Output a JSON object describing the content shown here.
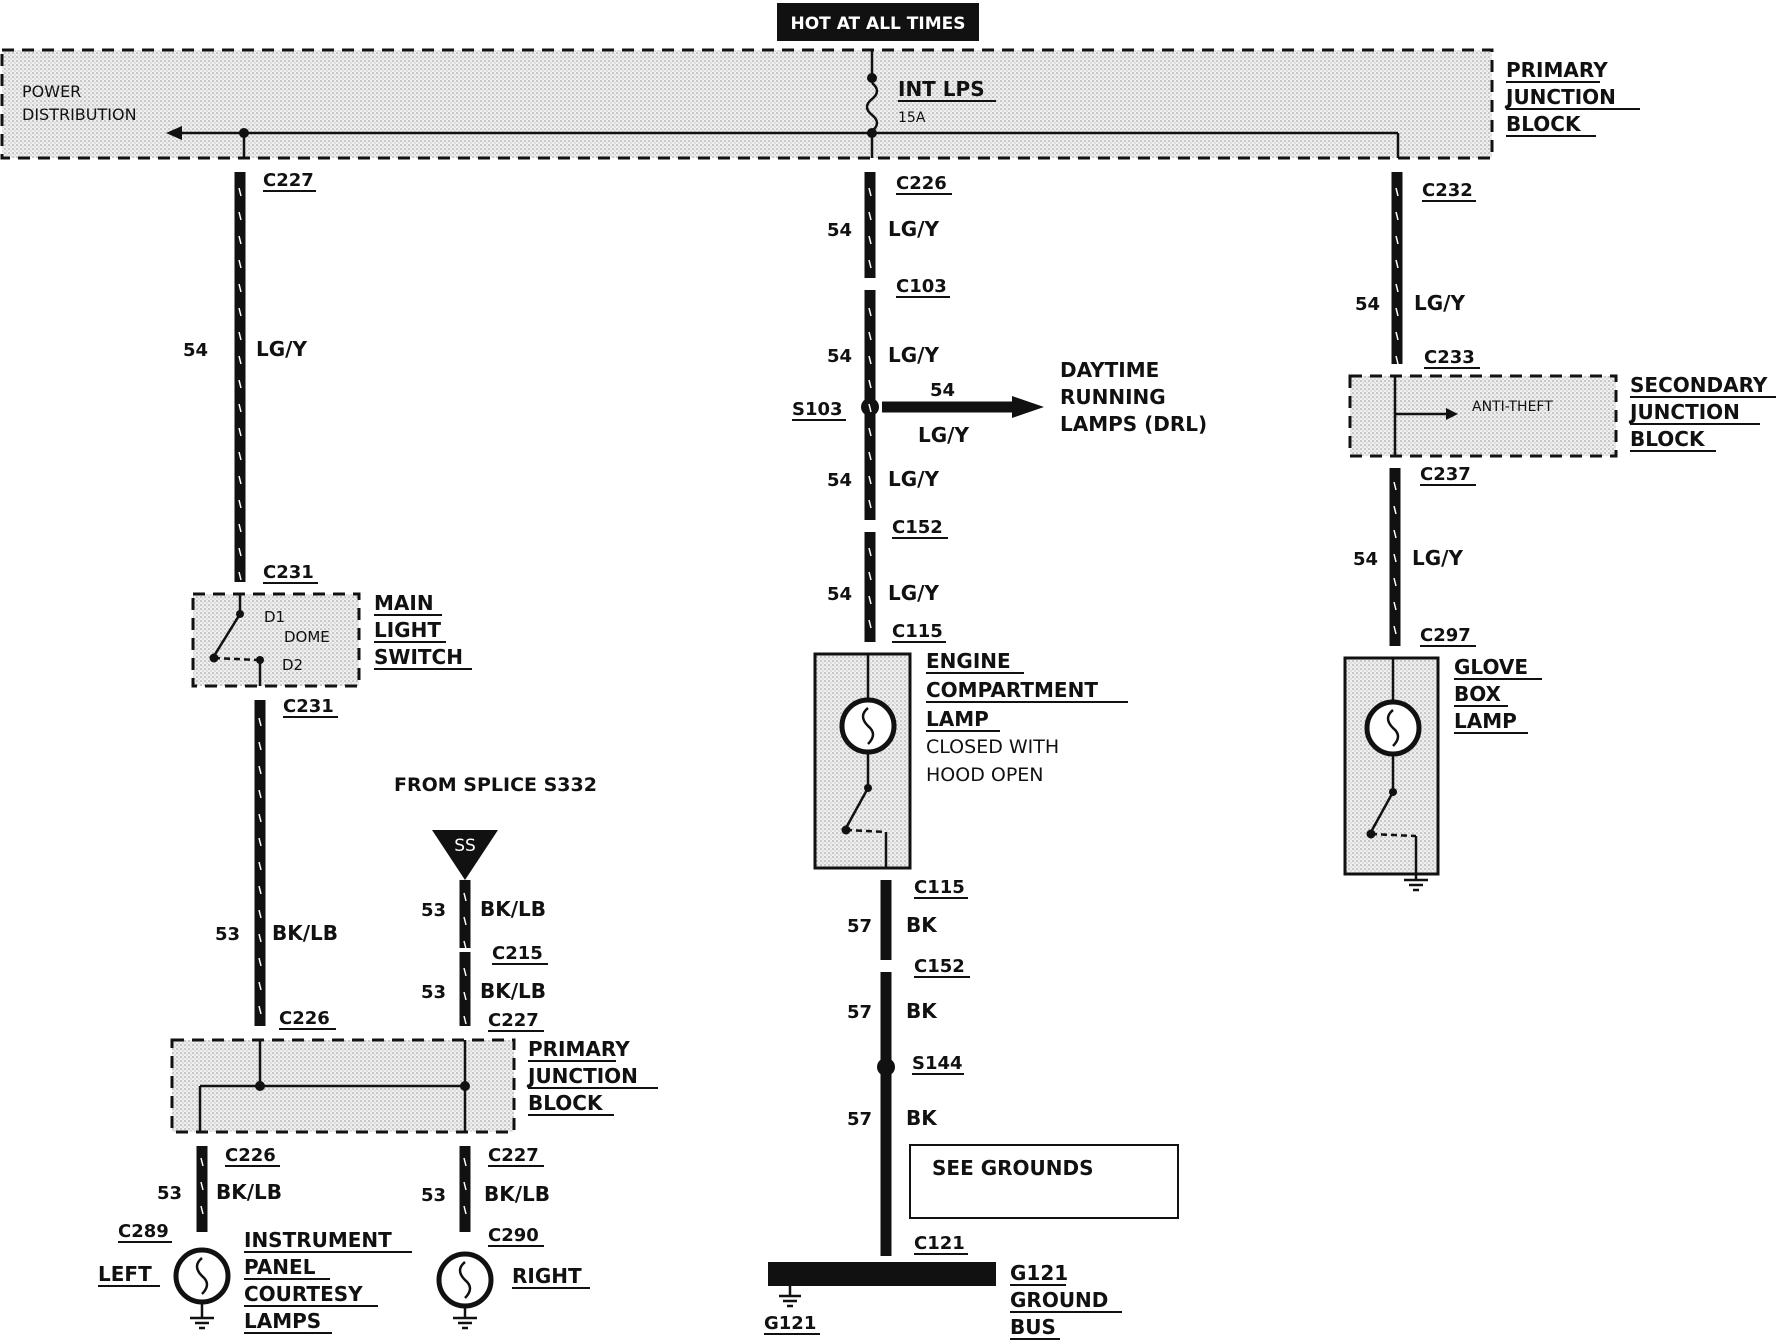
{
  "header": {
    "hot_at_all_times": "HOT AT ALL TIMES"
  },
  "power_distribution": {
    "label": "POWER DISTRIBUTION",
    "fuse_name": "INT LPS",
    "fuse_rating": "15A",
    "block_label": [
      "PRIMARY",
      "JUNCTION",
      "BLOCK"
    ]
  },
  "connectors": {
    "c227_top": "C227",
    "c226_top": "C226",
    "c232": "C232",
    "c103": "C103",
    "s103": "S103",
    "c152_a": "C152",
    "c115_a": "C115",
    "c231_a": "C231",
    "c231_b": "C231",
    "c233": "C233",
    "c237": "C237",
    "c297": "C297",
    "c215": "C215",
    "c226_mid": "C226",
    "c227_mid": "C227",
    "c226_low": "C226",
    "c227_low": "C227",
    "c289": "C289",
    "c290": "C290",
    "c115_b": "C115",
    "c152_b": "C152",
    "s144": "S144",
    "c121": "C121"
  },
  "wires": {
    "w54": "54",
    "lgy": "LG/Y",
    "w53": "53",
    "bklb": "BK/LB",
    "w57": "57",
    "bk": "BK"
  },
  "drl": {
    "wire": "54",
    "color": "LG/Y",
    "label": [
      "DAYTIME",
      "RUNNING",
      "LAMPS (DRL)"
    ]
  },
  "main_light_switch": {
    "d1": "D1",
    "dome": "DOME",
    "d2": "D2",
    "label": [
      "MAIN",
      "LIGHT",
      "SWITCH"
    ]
  },
  "secondary_junction": {
    "inner": "ANTI-THEFT",
    "label": [
      "SECONDARY",
      "JUNCTION",
      "BLOCK"
    ]
  },
  "engine_lamp": {
    "label": [
      "ENGINE",
      "COMPARTMENT",
      "LAMP"
    ],
    "note": [
      "CLOSED WITH",
      "HOOD OPEN"
    ]
  },
  "glove_box": {
    "label": [
      "GLOVE",
      "BOX",
      "LAMP"
    ]
  },
  "splice": {
    "from": "FROM SPLICE S332",
    "symbol": "SS"
  },
  "primary_junction_lower": {
    "label": [
      "PRIMARY",
      "JUNCTION",
      "BLOCK"
    ]
  },
  "courtesy": {
    "left": "LEFT",
    "right": "RIGHT",
    "label": [
      "INSTRUMENT",
      "PANEL",
      "COURTESY",
      "LAMPS"
    ]
  },
  "grounds": {
    "see": "SEE GROUNDS",
    "g121": "G121",
    "bus_label": [
      "G121",
      "GROUND",
      "BUS"
    ]
  },
  "colors": {
    "ink": "#111111",
    "shade": "#e4e4e4"
  }
}
